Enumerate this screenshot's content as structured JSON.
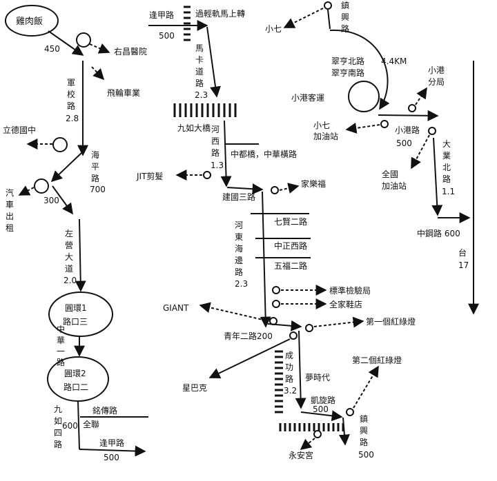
{
  "start": "雞肉飯",
  "left": {
    "dist_450": "450",
    "youchang": "右昌醫院",
    "feilun": "飛輪車業",
    "junxiao": [
      "軍",
      "校",
      "路"
    ],
    "junxiao_dist": "2.8",
    "lide": "立德國中",
    "haiping": [
      "海",
      "平",
      "路"
    ],
    "haiping_dist": "700",
    "taxi": [
      "汽",
      "車",
      "出",
      "租"
    ],
    "dist_300": "300",
    "zuoying": [
      "左",
      "營",
      "大",
      "道"
    ],
    "zuoying_dist": "2.0",
    "circle1": [
      "圓環1",
      "路口三"
    ],
    "zhonghua": [
      "中",
      "華",
      "一",
      "路"
    ],
    "circle2": [
      "圓環2",
      "路口二"
    ],
    "jiuru4": [
      "九",
      "如",
      "四",
      "路"
    ],
    "dist_600": "600",
    "mingchuan": "銘傳路",
    "quanlian": "全聯",
    "fengjia": "逢甲路",
    "fengjia_dist": "500"
  },
  "middle": {
    "fengjia": "逢甲路",
    "fengjia_dist": "500",
    "light_rail": "過輕軌馬上轉",
    "maka": [
      "馬",
      "卡",
      "道",
      "路"
    ],
    "maka_dist": "2.3",
    "jiuru_bridge": "九如大橋",
    "hexi": [
      "河",
      "西",
      "路"
    ],
    "hexi_dist": "1.3",
    "zhongdu": "中都橋，中華橫路",
    "jit": "JIT剪髮",
    "jiangguo3": "建國三路",
    "jialefu": "家樂福",
    "hedong": [
      "河",
      "東",
      "海",
      "邊",
      "路"
    ],
    "hedong_dist": "2.3",
    "qixian2": "七賢二路",
    "zhongzheng_w": "中正西路",
    "wufu2": "五福二路",
    "bsmi": "標準檢驗局",
    "family_shoes": "全家鞋店",
    "giant": "GIANT",
    "qingnian2": "青年二路200",
    "first_light": "第一個紅綠燈",
    "starbucks": "星巴克",
    "chenggong": [
      "成",
      "功",
      "路"
    ],
    "chenggong_dist": "3.2",
    "dream_time": "夢時代",
    "kaixuan": "凱旋路",
    "kaixuan_dist": "500",
    "second_light": "第二個紅綠燈",
    "zhenxing_bottom": [
      "鎮",
      "興",
      "路"
    ],
    "zhenxing_bottom_dist": "500",
    "yongan": "永安宮"
  },
  "right": {
    "zhenxing_top": [
      "鎮",
      "興",
      "路"
    ],
    "seven_top": "小七",
    "cuiheng": [
      "翠亨北路",
      "翠亨南路"
    ],
    "dist_44": "4.4KM",
    "xiaogang_station": "小港客運",
    "xiaogang_police": [
      "小港",
      "分局"
    ],
    "seven_gas": [
      "小七",
      "加油站"
    ],
    "xiaogang_road": "小港路",
    "xiaogang_dist": "500",
    "daye": [
      "大",
      "業",
      "北",
      "路"
    ],
    "daye_dist": "1.1",
    "national_gas": [
      "全國",
      "加油站"
    ],
    "zhonggang": "中鋼路 600",
    "tai17": [
      "台",
      "17"
    ]
  }
}
